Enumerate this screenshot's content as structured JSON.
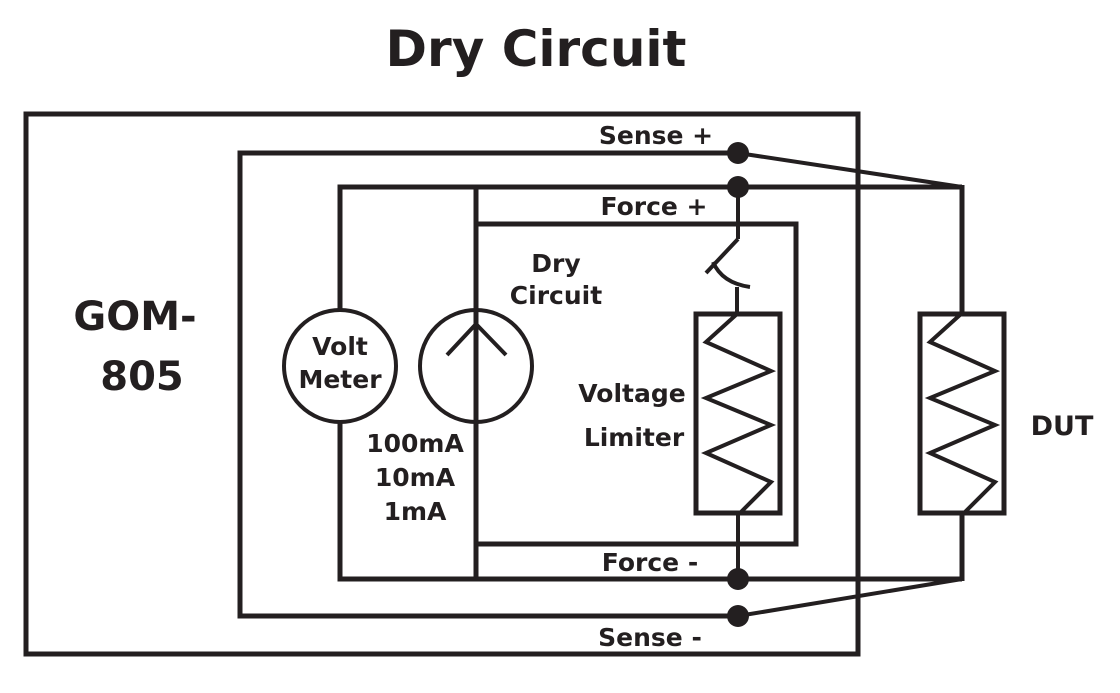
{
  "title": "Dry Circuit",
  "instrument": {
    "line1": "GOM-",
    "line2": "805"
  },
  "labels": {
    "sense_plus": "Sense +",
    "force_plus": "Force +",
    "force_minus": "Force -",
    "sense_minus": "Sense -",
    "dry_circuit_line1": "Dry",
    "dry_circuit_line2": "Circuit",
    "volt_meter_line1": "Volt",
    "volt_meter_line2": "Meter",
    "voltage_limiter_line1": "Voltage",
    "voltage_limiter_line2": "Limiter",
    "dut": "DUT"
  },
  "current_ranges": [
    "100mA",
    "10mA",
    "1mA"
  ],
  "colors": {
    "ink": "#231f20",
    "background": "#ffffff"
  }
}
